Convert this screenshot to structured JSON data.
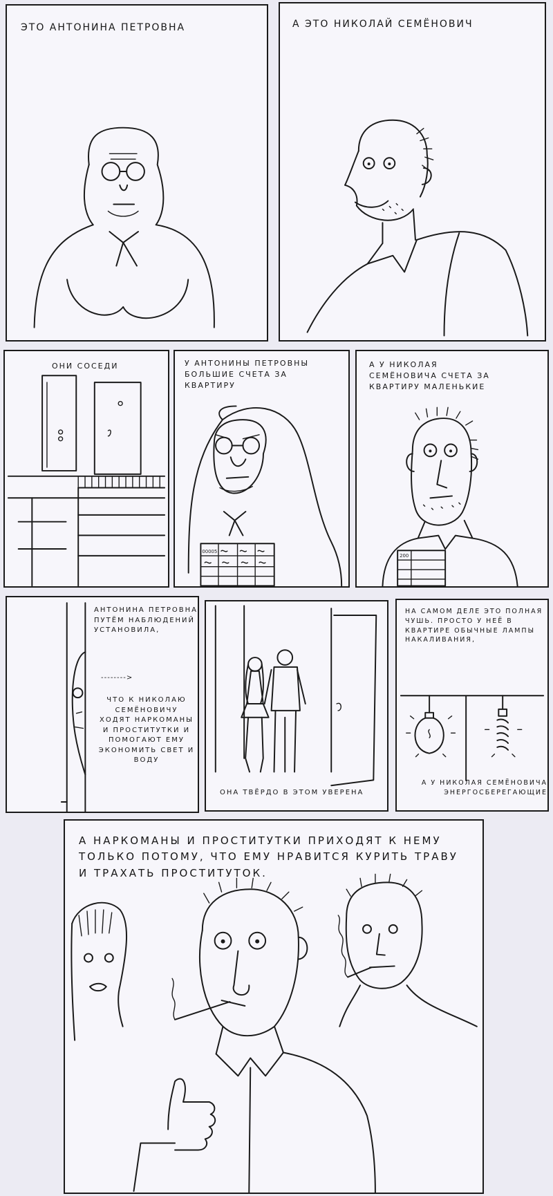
{
  "row1": {
    "p1": {
      "caption": "ЭТО АНТОНИНА ПЕТРОВНА"
    },
    "p2": {
      "caption": "А ЭТО НИКОЛАЙ СЕМЁНОВИЧ"
    }
  },
  "row2": {
    "p1": {
      "caption": "ОНИ СОСЕДИ"
    },
    "p2": {
      "caption": "У АНТОНИНЫ ПЕТРОВНЫ БОЛЬШИЕ СЧЕТА ЗА КВАРТИРУ",
      "bill_label": "00005"
    },
    "p3": {
      "caption": "А У НИКОЛАЯ СЕМЁНОВИЧА СЧЕТА ЗА КВАРТИРУ МАЛЕНЬКИЕ",
      "bill_label": "200"
    }
  },
  "row3": {
    "p1": {
      "caption_top": "АНТОНИНА ПЕТРОВНА ПУТЁМ НАБЛЮДЕНИЙ УСТАНОВИЛА,",
      "arrow": "-------->",
      "caption_bottom": "ЧТО К НИКОЛАЮ СЕМЁНОВИЧУ ХОДЯТ НАРКОМАНЫ И ПРОСТИТУТКИ И ПОМОГАЮТ ЕМУ ЭКОНОМИТЬ СВЕТ И ВОДУ"
    },
    "p2": {
      "caption": "ОНА ТВЁРДО В ЭТОМ УВЕРЕНА"
    },
    "p3": {
      "caption_top": "НА САМОМ ДЕЛЕ ЭТО ПОЛНАЯ ЧУШЬ. ПРОСТО У НЕЁ В КВАРТИРЕ ОБЫЧНЫЕ ЛАМПЫ НАКАЛИВАНИЯ,",
      "caption_bottom": "А У НИКОЛАЯ СЕМЁНОВИЧА ЭНЕРГОСБЕРЕГАЮЩИЕ"
    }
  },
  "row4": {
    "p1": {
      "caption": "А НАРКОМАНЫ И ПРОСТИТУТКИ ПРИХОДЯТ К НЕМУ ТОЛЬКО ПОТОМУ, ЧТО ЕМУ НРАВИТСЯ КУРИТЬ ТРАВУ И ТРАХАТЬ ПРОСТИТУТОК."
    }
  }
}
